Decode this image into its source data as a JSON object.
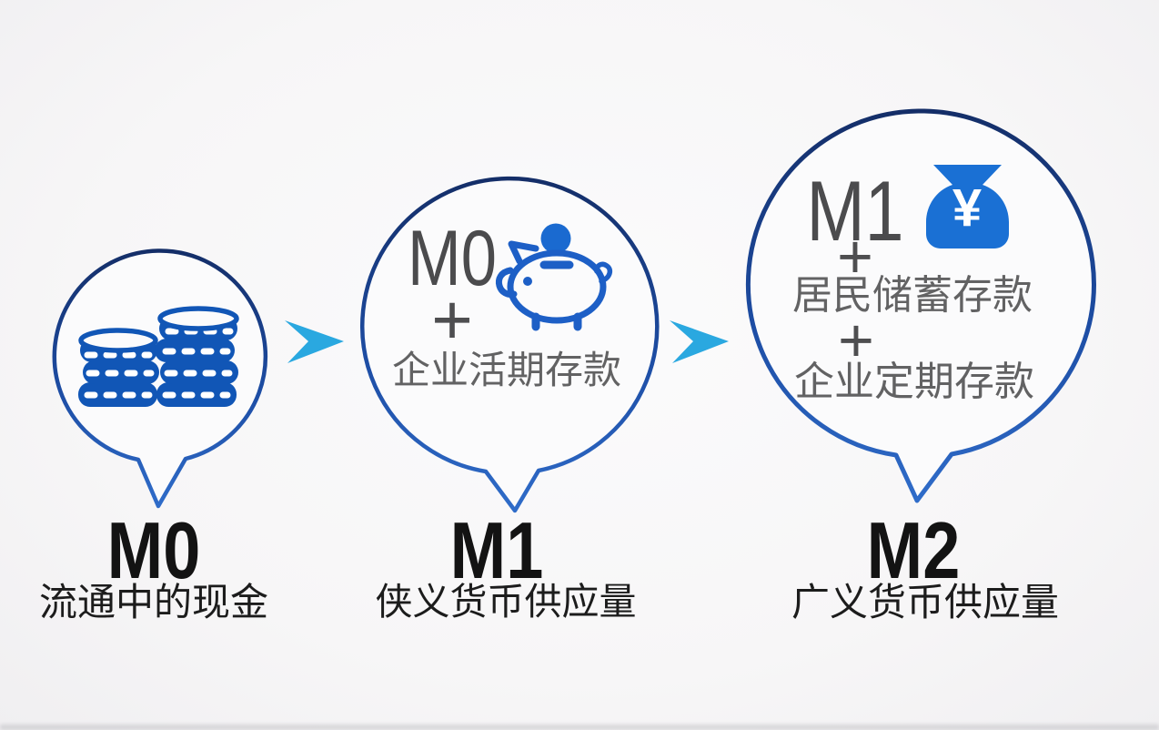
{
  "diagram": {
    "type": "money-supply-progression",
    "colors": {
      "background": "#f7f6f7",
      "bubble_fill": "#fbfbfc",
      "ring_top": "#142e68",
      "ring_bottom": "#2f6cc9",
      "coin_blue": "#1156b6",
      "pig_blue": "#1d5fc6",
      "bag_blue": "#1a70d4",
      "arrow_cyan": "#2aa8e0",
      "inner_term_gray": "#4b4b4d",
      "addend_gray": "#626263",
      "label_black": "#131313"
    },
    "bubbles": [
      {
        "id": "m0",
        "icon": "coin-stacks-icon",
        "label": "M0",
        "sublabel": "流通中的现金"
      },
      {
        "id": "m1",
        "icon": "piggy-bank-icon",
        "inner_term": "M0",
        "plus_1": "+",
        "addend_1": "企业活期存款",
        "label": "M1",
        "sublabel": "侠义货币供应量"
      },
      {
        "id": "m2",
        "icon": "money-bag-icon",
        "icon_symbol": "¥",
        "inner_term": "M1",
        "plus_1": "+",
        "addend_1": "居民储蓄存款",
        "plus_2": "+",
        "addend_2": "企业定期存款",
        "label": "M2",
        "sublabel": "广义货币供应量"
      }
    ],
    "arrows": [
      {
        "id": "arrow-m0-to-m1",
        "direction": "right"
      },
      {
        "id": "arrow-m1-to-m2",
        "direction": "right"
      }
    ]
  }
}
